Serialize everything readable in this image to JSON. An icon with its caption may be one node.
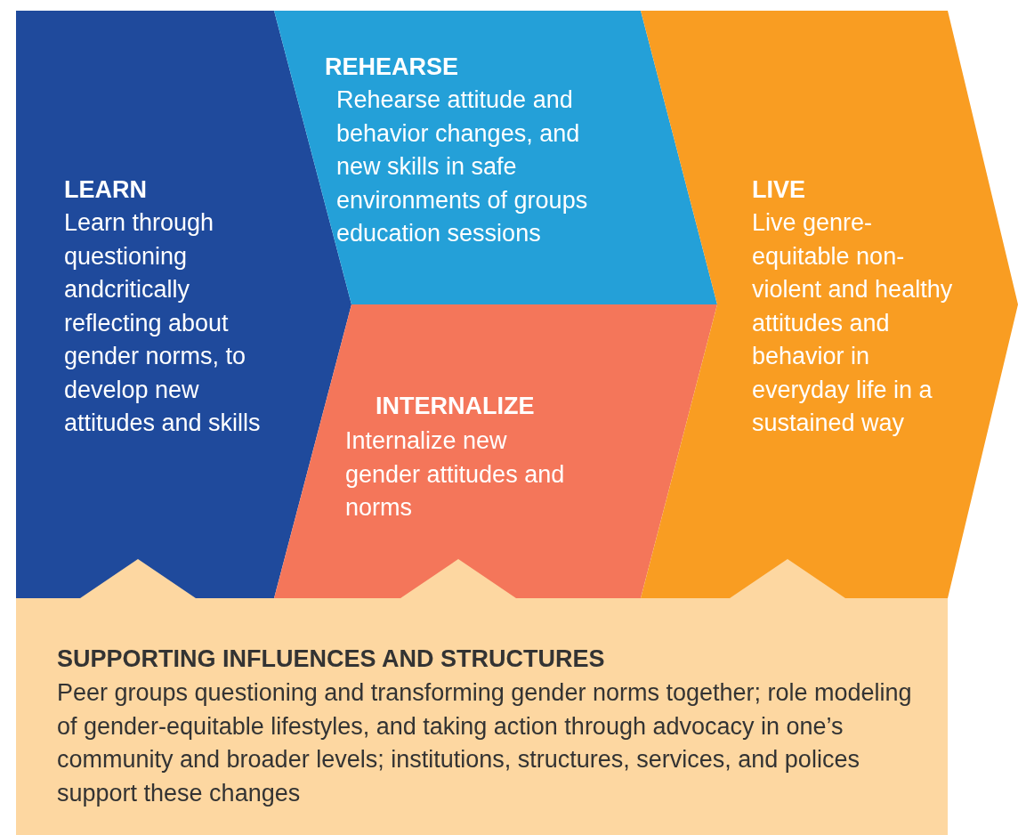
{
  "diagram": {
    "nodes": [
      {
        "text": [
          "LEARN",
          "Learn through questioning andcritically reflecting about gender norms, to develop new attitudes and skills"
        ]
      },
      {
        "text": [
          "REHEARSE",
          "Rehearse attitude and behavior changes, and new skills in safe environments of groups education sessions"
        ]
      },
      {
        "text": [
          "INTERNALIZE",
          "Internalize new gender attitudes and norms"
        ]
      },
      {
        "text": [
          "LIVE",
          "Live genre-equitable non-violent and healthy attitudes and behavior in everyday life in a sustained way"
        ]
      },
      {
        "text": [
          "SUPPORTING INFLUENCES AND STRUCTURES",
          "Peer groups questioning and transforming gender norms together; role modeling of gender-equitable lifestyles, and taking action through advocacy in one’s community and broader levels; institutions, structures, services, and polices support these changes"
        ]
      }
    ],
    "edges": []
  }
}
